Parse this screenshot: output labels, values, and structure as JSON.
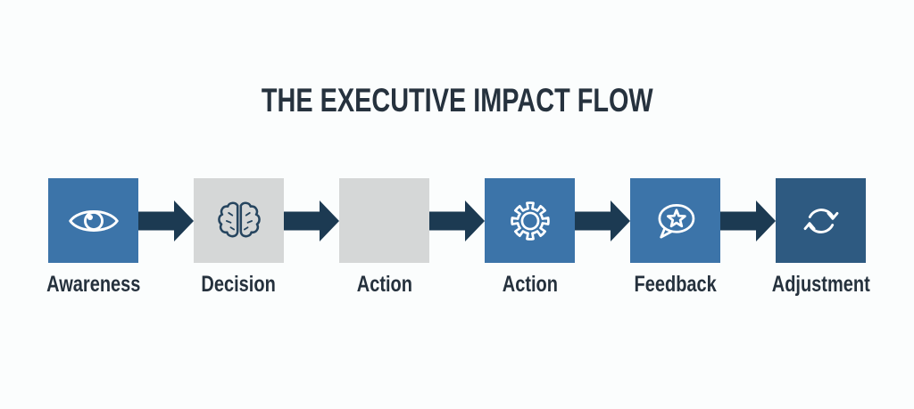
{
  "title": "THE EXECUTIVE IMPACT FLOW",
  "colors": {
    "background": "#fbfdfd",
    "title_text": "#26323e",
    "label_text": "#25313d",
    "arrow": "#1c3a52",
    "box_blue": "#3c74a9",
    "box_gray": "#d5d7d7",
    "box_navy": "#2e5a81",
    "icon_on_blue": "#ffffff",
    "icon_on_gray": "#26455f"
  },
  "flow": {
    "connector_icon": "arrow-right-icon",
    "steps": [
      {
        "label": "Awareness",
        "icon": "eye-icon",
        "variant": "blue"
      },
      {
        "label": "Decision",
        "icon": "brain-icon",
        "variant": "gray"
      },
      {
        "label": "Action",
        "icon": "none",
        "variant": "gray"
      },
      {
        "label": "Action",
        "icon": "gear-icon",
        "variant": "blue"
      },
      {
        "label": "Feedback",
        "icon": "feedback-bubble-icon",
        "variant": "blue"
      },
      {
        "label": "Adjustment",
        "icon": "refresh-icon",
        "variant": "navy"
      }
    ]
  }
}
